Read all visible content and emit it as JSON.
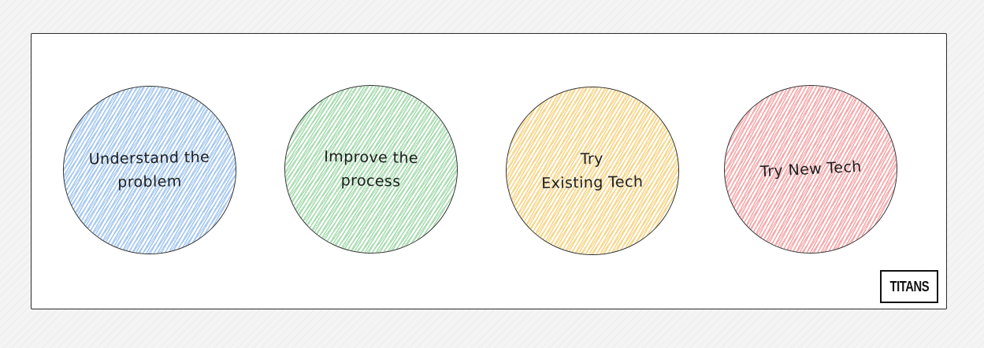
{
  "diagram": {
    "nodes": [
      {
        "label": "Understand the\nproblem",
        "color": "#a5c8f0"
      },
      {
        "label": "Improve the\nprocess",
        "color": "#a8dcb0"
      },
      {
        "label": "Try\nExisting Tech",
        "color": "#f7d68a"
      },
      {
        "label": "Try New Tech",
        "color": "#f6a9ab"
      }
    ]
  },
  "logo": {
    "text": "TITANS"
  },
  "colors": {
    "stroke": "#2e2e2e",
    "frame_fill": "#ffffff"
  }
}
